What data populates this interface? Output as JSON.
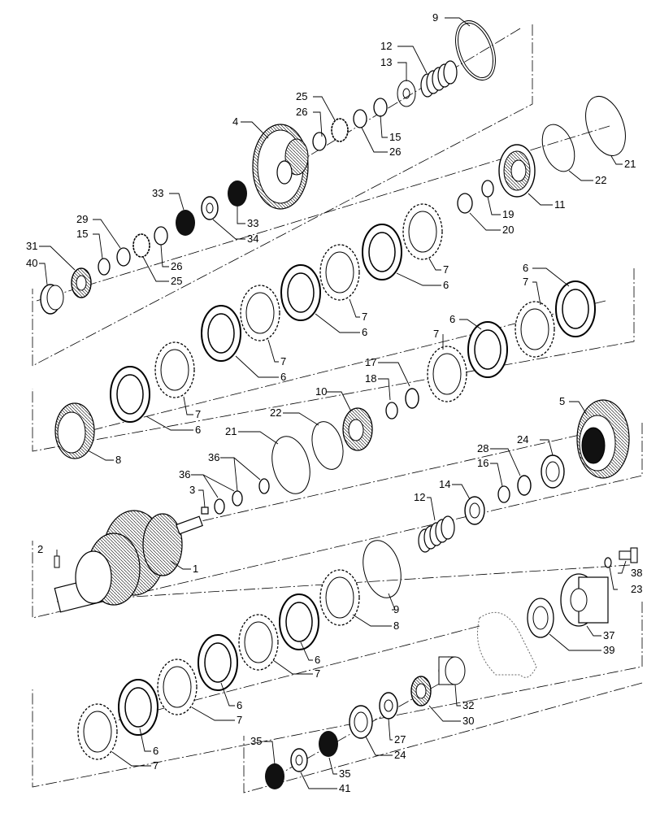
{
  "callouts": [
    {
      "id": "c9a",
      "text": "9"
    },
    {
      "id": "c12a",
      "text": "12"
    },
    {
      "id": "c13",
      "text": "13"
    },
    {
      "id": "c25a",
      "text": "25"
    },
    {
      "id": "c26a",
      "text": "26"
    },
    {
      "id": "c15a",
      "text": "15"
    },
    {
      "id": "c26b",
      "text": "26"
    },
    {
      "id": "c4",
      "text": "4"
    },
    {
      "id": "c33a",
      "text": "33"
    },
    {
      "id": "c33b",
      "text": "33"
    },
    {
      "id": "c34",
      "text": "34"
    },
    {
      "id": "c29",
      "text": "29"
    },
    {
      "id": "c15b",
      "text": "15"
    },
    {
      "id": "c26c",
      "text": "26"
    },
    {
      "id": "c25b",
      "text": "25"
    },
    {
      "id": "c31",
      "text": "31"
    },
    {
      "id": "c40",
      "text": "40"
    },
    {
      "id": "c21a",
      "text": "21"
    },
    {
      "id": "c22a",
      "text": "22"
    },
    {
      "id": "c11",
      "text": "11"
    },
    {
      "id": "c19",
      "text": "19"
    },
    {
      "id": "c20",
      "text": "20"
    },
    {
      "id": "c7a",
      "text": "7"
    },
    {
      "id": "c6a",
      "text": "6"
    },
    {
      "id": "c7b",
      "text": "7"
    },
    {
      "id": "c6b",
      "text": "6"
    },
    {
      "id": "c7c",
      "text": "7"
    },
    {
      "id": "c6c",
      "text": "6"
    },
    {
      "id": "c7d",
      "text": "7"
    },
    {
      "id": "c6d",
      "text": "6"
    },
    {
      "id": "c8a",
      "text": "8"
    },
    {
      "id": "c6e",
      "text": "6"
    },
    {
      "id": "c7e",
      "text": "7"
    },
    {
      "id": "c6f",
      "text": "6"
    },
    {
      "id": "c7f",
      "text": "7"
    },
    {
      "id": "c17",
      "text": "17"
    },
    {
      "id": "c18",
      "text": "18"
    },
    {
      "id": "c10",
      "text": "10"
    },
    {
      "id": "c22b",
      "text": "22"
    },
    {
      "id": "c21b",
      "text": "21"
    },
    {
      "id": "c5",
      "text": "5"
    },
    {
      "id": "c24a",
      "text": "24"
    },
    {
      "id": "c28",
      "text": "28"
    },
    {
      "id": "c16",
      "text": "16"
    },
    {
      "id": "c36a",
      "text": "36"
    },
    {
      "id": "c36b",
      "text": "36"
    },
    {
      "id": "c3",
      "text": "3"
    },
    {
      "id": "c14",
      "text": "14"
    },
    {
      "id": "c12b",
      "text": "12"
    },
    {
      "id": "c2",
      "text": "2"
    },
    {
      "id": "c1",
      "text": "1"
    },
    {
      "id": "c38",
      "text": "38"
    },
    {
      "id": "c23",
      "text": "23"
    },
    {
      "id": "c9b",
      "text": "9"
    },
    {
      "id": "c8b",
      "text": "8"
    },
    {
      "id": "c37",
      "text": "37"
    },
    {
      "id": "c39",
      "text": "39"
    },
    {
      "id": "c6g",
      "text": "6"
    },
    {
      "id": "c7g",
      "text": "7"
    },
    {
      "id": "c6h",
      "text": "6"
    },
    {
      "id": "c7h",
      "text": "7"
    },
    {
      "id": "c6i",
      "text": "6"
    },
    {
      "id": "c7i",
      "text": "7"
    },
    {
      "id": "c32",
      "text": "32"
    },
    {
      "id": "c30",
      "text": "30"
    },
    {
      "id": "c27",
      "text": "27"
    },
    {
      "id": "c24b",
      "text": "24"
    },
    {
      "id": "c35a",
      "text": "35"
    },
    {
      "id": "c35b",
      "text": "35"
    },
    {
      "id": "c41",
      "text": "41"
    }
  ],
  "colors": {
    "ink": "#000000",
    "background": "#ffffff",
    "needle_bearing": "#111111"
  }
}
